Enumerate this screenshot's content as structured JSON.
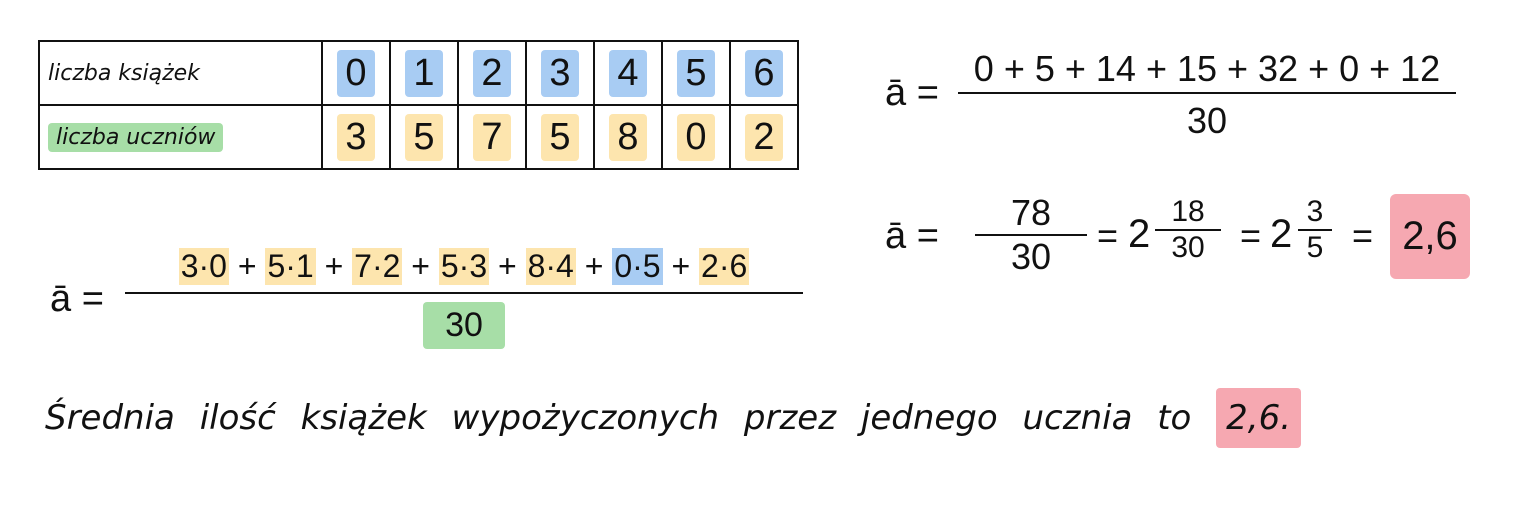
{
  "table": {
    "row1_label": "liczba książek",
    "row2_label": "liczba uczniów",
    "books": [
      "0",
      "1",
      "2",
      "3",
      "4",
      "5",
      "6"
    ],
    "students": [
      "3",
      "5",
      "7",
      "5",
      "8",
      "0",
      "2"
    ]
  },
  "formula1": {
    "symbol": "ā =",
    "terms": [
      "3·0",
      "5·1",
      "7·2",
      "5·3",
      "8·4",
      "0·5",
      "2·6"
    ],
    "plus": "+",
    "denominator": "30"
  },
  "formula2": {
    "symbol": "ā =",
    "numerator": "0 + 5 + 14 + 15 + 32 + 0 + 12",
    "denominator": "30"
  },
  "formula3": {
    "symbol": "ā =",
    "f1_num": "78",
    "f1_den": "30",
    "eq": "=",
    "whole1": "2",
    "f2_num": "18",
    "f2_den": "30",
    "whole2": "2",
    "f3_num": "3",
    "f3_den": "5",
    "result": "2,6"
  },
  "sentence": {
    "text": "Średnia ilość książek wypożyczonych przez jednego ucznia to",
    "result": "2,6."
  },
  "colors": {
    "blue": "#6eaaeb",
    "yellow": "#fcd478",
    "green": "#78cd78",
    "pink": "#f06e7d"
  }
}
